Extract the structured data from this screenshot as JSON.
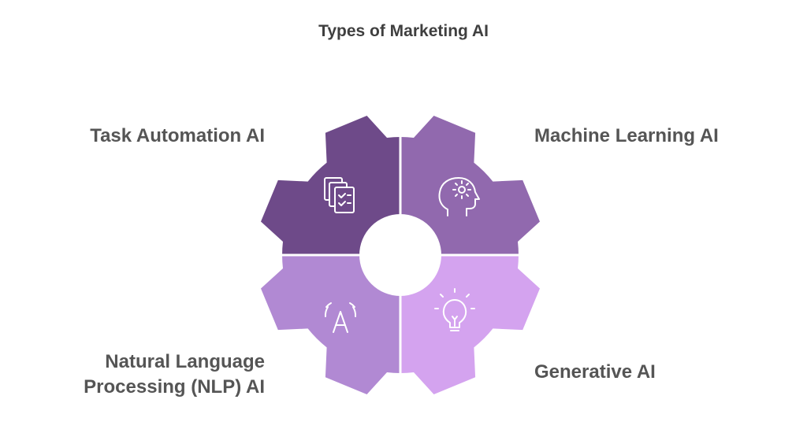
{
  "title": "Types of Marketing AI",
  "segments": [
    {
      "label": "Task Automation AI",
      "color": "#6e4a89",
      "icon": "documents-checklist-icon"
    },
    {
      "label": "Machine Learning AI",
      "color": "#9169ae",
      "icon": "head-gear-icon"
    },
    {
      "label_lines": [
        "Natural Language",
        "Processing (NLP) AI"
      ],
      "color": "#b189d3",
      "icon": "letter-a-signal-icon"
    },
    {
      "label": "Generative AI",
      "color": "#d4a3ef",
      "icon": "lightbulb-icon"
    }
  ]
}
